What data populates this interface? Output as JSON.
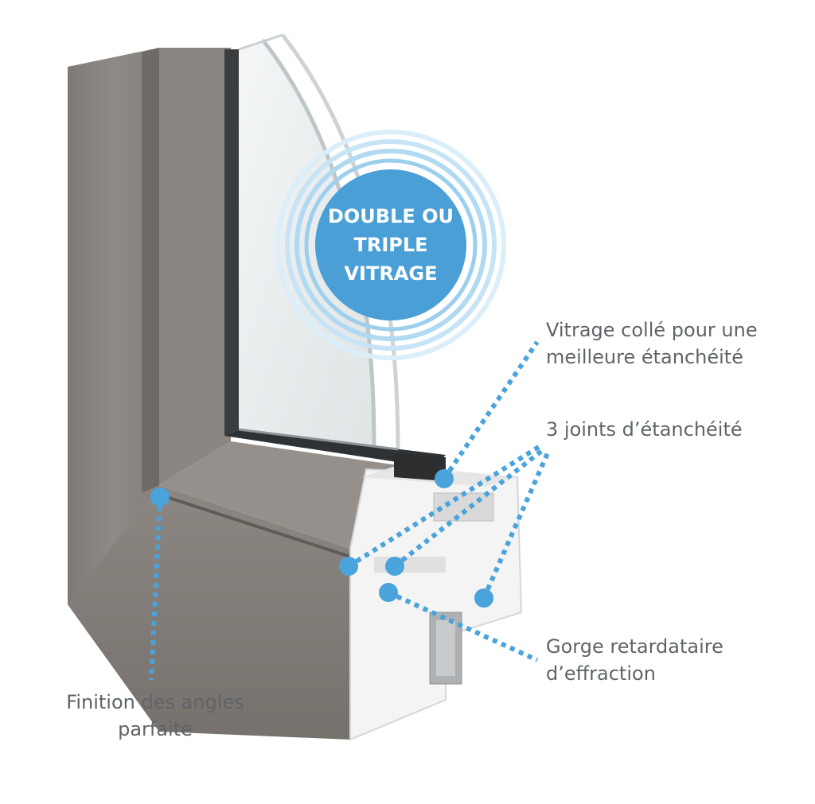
{
  "badge": {
    "lines": [
      "DOUBLE OU",
      "TRIPLE",
      "VITRAGE"
    ]
  },
  "callouts": {
    "vitrage_colle": [
      "Vitrage collé pour une",
      "meilleure étanchéité"
    ],
    "joints": [
      "3 joints d’étanchéité"
    ],
    "gorge": [
      "Gorge retardataire",
      "d’effraction"
    ],
    "finition": [
      "Finition des angles",
      "parfaite"
    ]
  },
  "colors": {
    "accent": "#4aa3db",
    "badge_fill": "#4a9fd6",
    "text": "#5f6468",
    "frame": "#8a8580",
    "pvc": "#f2f2f2"
  }
}
